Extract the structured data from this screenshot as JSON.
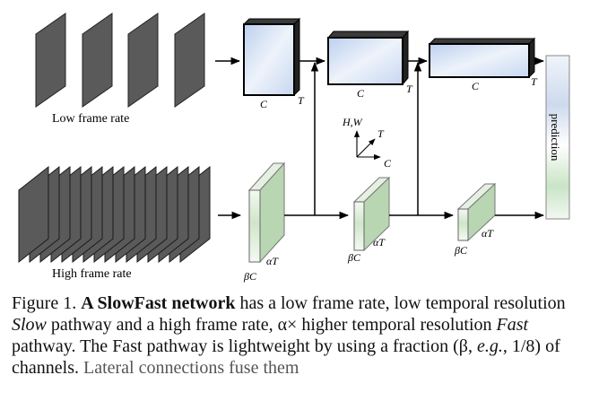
{
  "figure": {
    "low_frame_rate_label": "Low frame rate",
    "high_frame_rate_label": "High frame rate",
    "prediction_label": "prediction",
    "slow_labels": {
      "c": "C",
      "t": "T"
    },
    "fast_labels": {
      "beta_c": "βC",
      "alpha_t": "αT"
    },
    "axis_labels": {
      "hw": "H,W",
      "t": "T",
      "c": "C"
    }
  },
  "caption": {
    "prefix": "Figure 1. ",
    "title": "A SlowFast network",
    "text1": " has a low frame rate, low temporal resolution ",
    "slow": "Slow",
    "text2": " pathway and a high frame rate, α× higher temporal resolution ",
    "fast": "Fast",
    "text3": " pathway. The Fast pathway is lightweight by using a fraction (β, ",
    "eg": "e.g.",
    "text4": ", 1/8) of channels. ",
    "faded": "Lateral connections fuse them"
  }
}
